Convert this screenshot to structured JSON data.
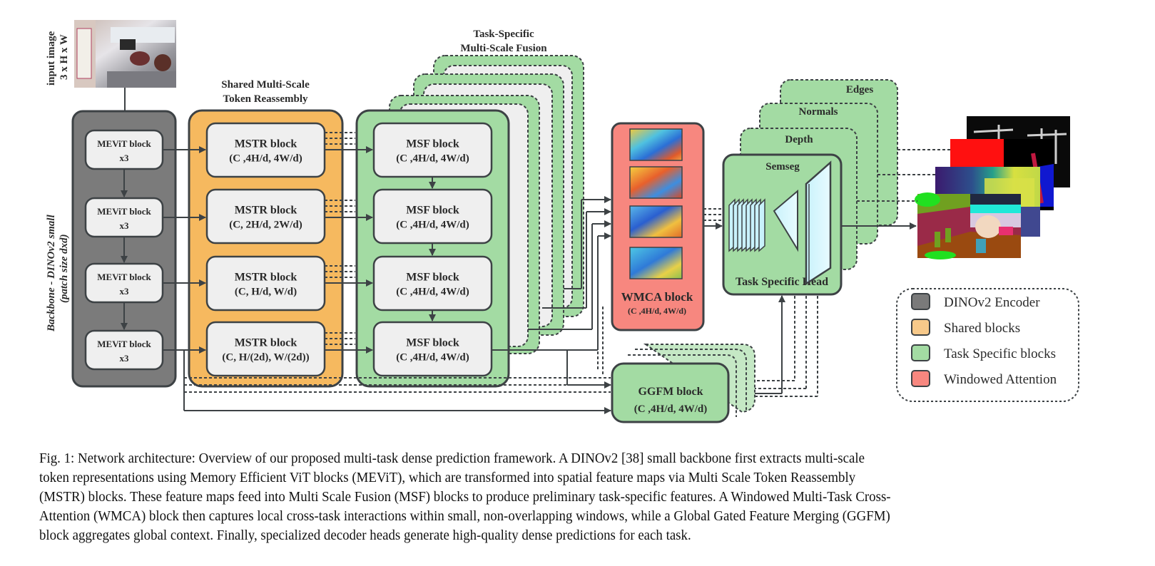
{
  "figure": {
    "input": {
      "label_line1": "input image",
      "label_line2": "3 x H x W"
    },
    "backbone": {
      "label_line1": "Backbone - DINOv2 small",
      "label_line2": "(patch size dxd)",
      "blocks": [
        {
          "title": "MEViT block",
          "sub": "x3"
        },
        {
          "title": "MEViT block",
          "sub": "x3"
        },
        {
          "title": "MEViT block",
          "sub": "x3"
        },
        {
          "title": "MEViT block",
          "sub": "x3"
        }
      ]
    },
    "mstr": {
      "heading_line1": "Shared Multi-Scale",
      "heading_line2": "Token Reassembly",
      "blocks": [
        {
          "title": "MSTR block",
          "sub": "(C ,4H/d, 4W/d)"
        },
        {
          "title": "MSTR block",
          "sub": "(C, 2H/d, 2W/d)"
        },
        {
          "title": "MSTR block",
          "sub": "(C, H/d, W/d)"
        },
        {
          "title": "MSTR block",
          "sub": "(C, H/(2d), W/(2d))"
        }
      ]
    },
    "msf": {
      "heading_line1": "Task-Specific",
      "heading_line2": "Multi-Scale Fusion",
      "blocks": [
        {
          "title": "MSF block",
          "sub": "(C ,4H/d, 4W/d)"
        },
        {
          "title": "MSF block",
          "sub": "(C ,4H/d, 4W/d)"
        },
        {
          "title": "MSF block",
          "sub": "(C ,4H/d, 4W/d)"
        },
        {
          "title": "MSF block",
          "sub": "(C ,4H/d, 4W/d)"
        }
      ]
    },
    "wmca": {
      "title": "WMCA block",
      "sub": "(C ,4H/d, 4W/d)"
    },
    "ggfm": {
      "title": "GGFM block",
      "sub": "(C ,4H/d, 4W/d)"
    },
    "heads": {
      "tasks": [
        "Edges",
        "Normals",
        "Depth",
        "Semseg"
      ],
      "head_label": "Task Specific Head"
    },
    "legend": [
      {
        "label": "DINOv2 Encoder",
        "color": "#7a7a7a"
      },
      {
        "label": "Shared blocks",
        "color": "#f7c98a"
      },
      {
        "label": "Task Specific blocks",
        "color": "#a3dba3"
      },
      {
        "label": "Windowed Attention",
        "color": "#f7877f"
      }
    ],
    "colors": {
      "encoder": "#7b7b7b",
      "shared": "#f6b95f",
      "task": "#a3dba3",
      "attention": "#f7877f",
      "inner_block": "#efefef",
      "stroke": "#3d4245"
    }
  },
  "caption": {
    "lines": [
      "Fig. 1: Network architecture: Overview of our proposed multi-task dense prediction framework. A DINOv2 [38] small backbone first extracts multi-scale",
      "token representations using Memory Efficient ViT blocks (MEViT), which are transformed into spatial feature maps via Multi Scale Token Reassembly",
      "(MSTR) blocks. These feature maps feed into Multi Scale Fusion (MSF) blocks to produce preliminary task-specific features. A Windowed Multi-Task Cross-",
      "Attention (WMCA) block then captures local cross-task interactions within small, non-overlapping windows, while a Global Gated Feature Merging (GGFM)",
      "block aggregates global context. Finally, specialized decoder heads generate high-quality dense predictions for each task."
    ]
  }
}
